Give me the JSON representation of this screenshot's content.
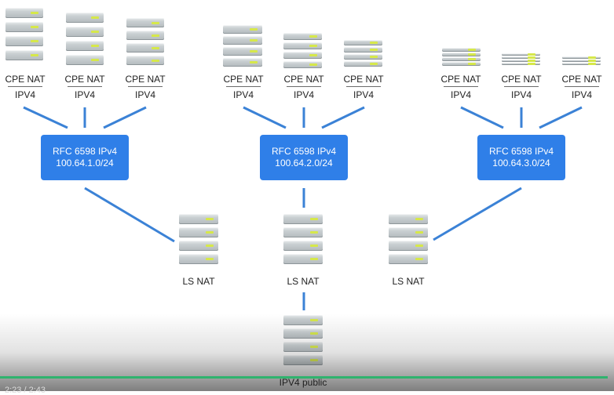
{
  "groups": [
    {
      "rfc_title": "RFC 6598 IPv4",
      "rfc_subnet": "100.64.1.0/24"
    },
    {
      "rfc_title": "RFC 6598 IPv4",
      "rfc_subnet": "100.64.2.0/24"
    },
    {
      "rfc_title": "RFC 6598 IPv4",
      "rfc_subnet": "100.64.3.0/24"
    }
  ],
  "cpe": {
    "label": "CPE NAT",
    "protocol": "IPV4"
  },
  "ls_nat": {
    "label": "LS NAT"
  },
  "public": {
    "label": "IPV4 public"
  },
  "player": {
    "time": "2:23 / 2:43",
    "progress": 0.99
  },
  "colors": {
    "box": "#2f7fe8",
    "line": "#3b82d6",
    "led": "#d6e84a",
    "progress": "#2fb36e"
  },
  "icons": {
    "server": "server-rack-icon"
  }
}
